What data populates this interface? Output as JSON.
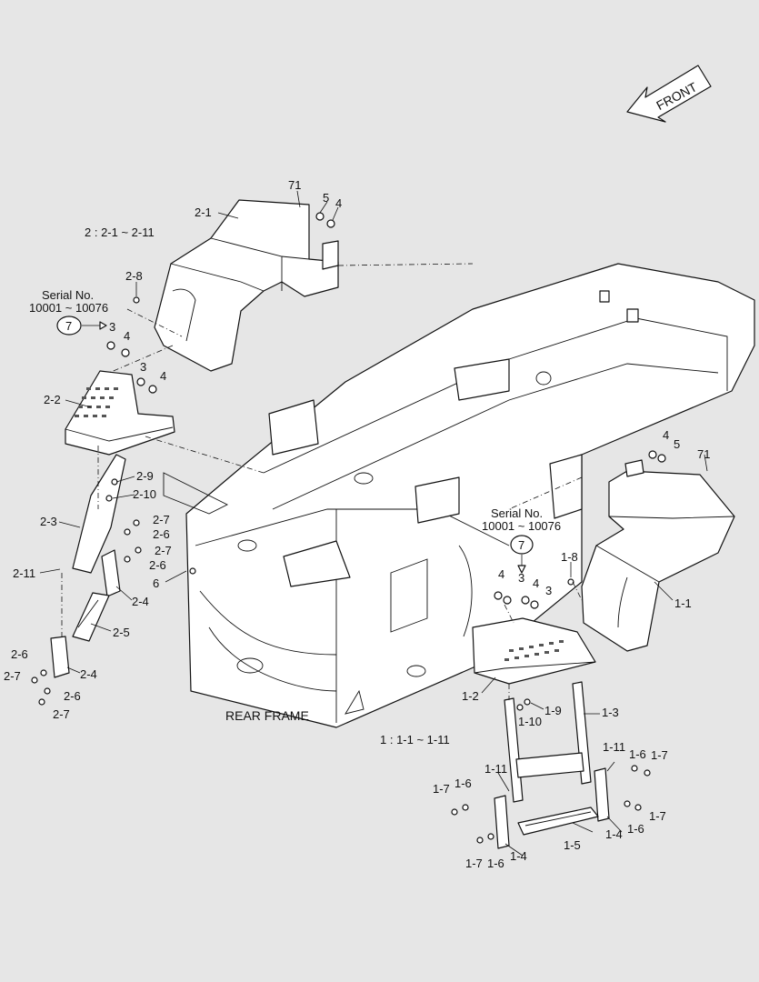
{
  "colors": {
    "background": "#e6e6e6",
    "line": "#111111",
    "part_fill": "#ffffff"
  },
  "front_arrow": {
    "text": "FRONT"
  },
  "group2": {
    "range": "2 : 2-1 ~ 2-11"
  },
  "group1": {
    "range": "1 : 1-1 ~ 1-11"
  },
  "frame_label": "REAR FRAME",
  "serial_left": {
    "line1": "Serial No.",
    "line2": "10001 ~ 10076",
    "circle": "7"
  },
  "serial_right": {
    "line1": "Serial No.",
    "line2": "10001 ~ 10076",
    "circle": "7"
  },
  "callouts": {
    "c71a": "71",
    "c5a": "5",
    "c4a": "4",
    "c2_1": "2-1",
    "c2_8": "2-8",
    "c3a": "3",
    "c4b": "4",
    "c3b": "3",
    "c4c": "4",
    "c2_2": "2-2",
    "c2_9": "2-9",
    "c2_10": "2-10",
    "c2_3": "2-3",
    "c2_7a": "2-7",
    "c2_6a": "2-6",
    "c2_7b": "2-7",
    "c2_6b": "2-6",
    "c6": "6",
    "c2_11": "2-11",
    "c2_4a": "2-4",
    "c2_5": "2-5",
    "c2_6c": "2-6",
    "c2_7c": "2-7",
    "c2_4b": "2-4",
    "c2_6d": "2-6",
    "c2_7d": "2-7",
    "c4d": "4",
    "c5b": "5",
    "c71b": "71",
    "c1_8": "1-8",
    "c4e": "4",
    "c3c": "3",
    "c4f": "4",
    "c3d": "3",
    "c1_1": "1-1",
    "c1_2": "1-2",
    "c1_9": "1-9",
    "c1_10": "1-10",
    "c1_3": "1-3",
    "c1_11a": "1-11",
    "c1_6a": "1-6",
    "c1_7a": "1-7",
    "c1_11b": "1-11",
    "c1_7b": "1-7",
    "c1_6b": "1-6",
    "c1_4a": "1-4",
    "c1_6c": "1-6",
    "c1_7c": "1-7",
    "c1_5": "1-5",
    "c1_7d": "1-7",
    "c1_6d": "1-6",
    "c1_4b": "1-4"
  }
}
